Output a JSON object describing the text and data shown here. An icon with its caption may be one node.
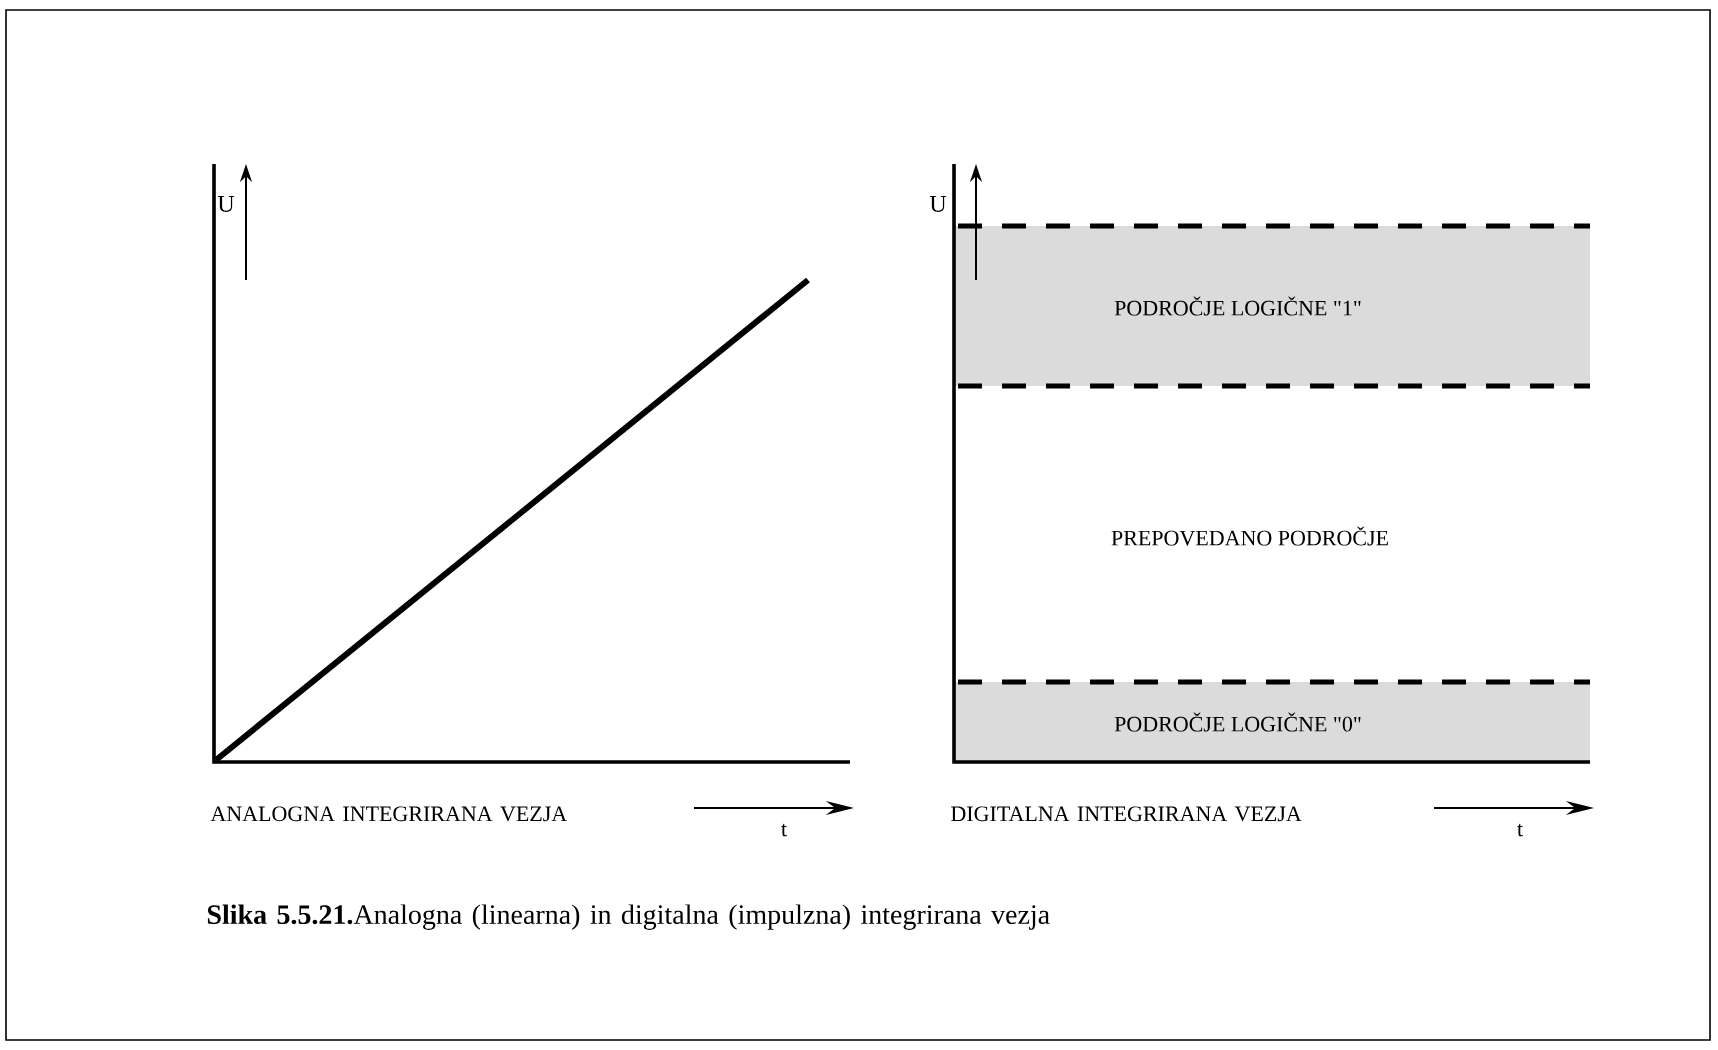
{
  "diagram": {
    "caption": "**Slika 5.5.21.**Analogna (linearna) in digitalna (impulzna) integrirana vezja",
    "nodes": [
      {
        "text": [
          "PODROČJE LOGIČNE \"1\""
        ]
      },
      {
        "text": [
          "PODROČJE LOGIČNE \"0\""
        ]
      }
    ],
    "labels": [
      "U",
      "ANALOGNA INTEGRIRANA VEZJA",
      "t",
      "U",
      "PREPOVEDANO PODROČJE",
      "DIGITALNA INTEGRIRANA VEZJA",
      "t"
    ]
  }
}
